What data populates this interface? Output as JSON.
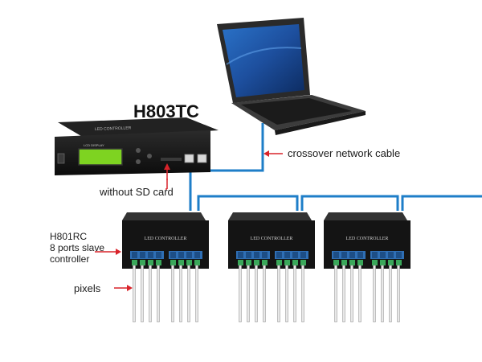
{
  "labels": {
    "master_title": "H803TC",
    "cable": "crossover network cable",
    "sd": "without SD card",
    "slave_line1": "H801RC",
    "slave_line2": "8 ports slave",
    "slave_line3": "controller",
    "pixels": "pixels"
  },
  "device_text": {
    "master_panel": "LED CONTROLLER",
    "lcd": "LCD DISPLAY",
    "slave_panel": "LED CONTROLLER"
  },
  "colors": {
    "cable": "#1e7ec8",
    "arrow": "#d9232a",
    "device": "#141414",
    "lcd": "#7ed321",
    "laptop_screen": "#1d4f9e"
  }
}
